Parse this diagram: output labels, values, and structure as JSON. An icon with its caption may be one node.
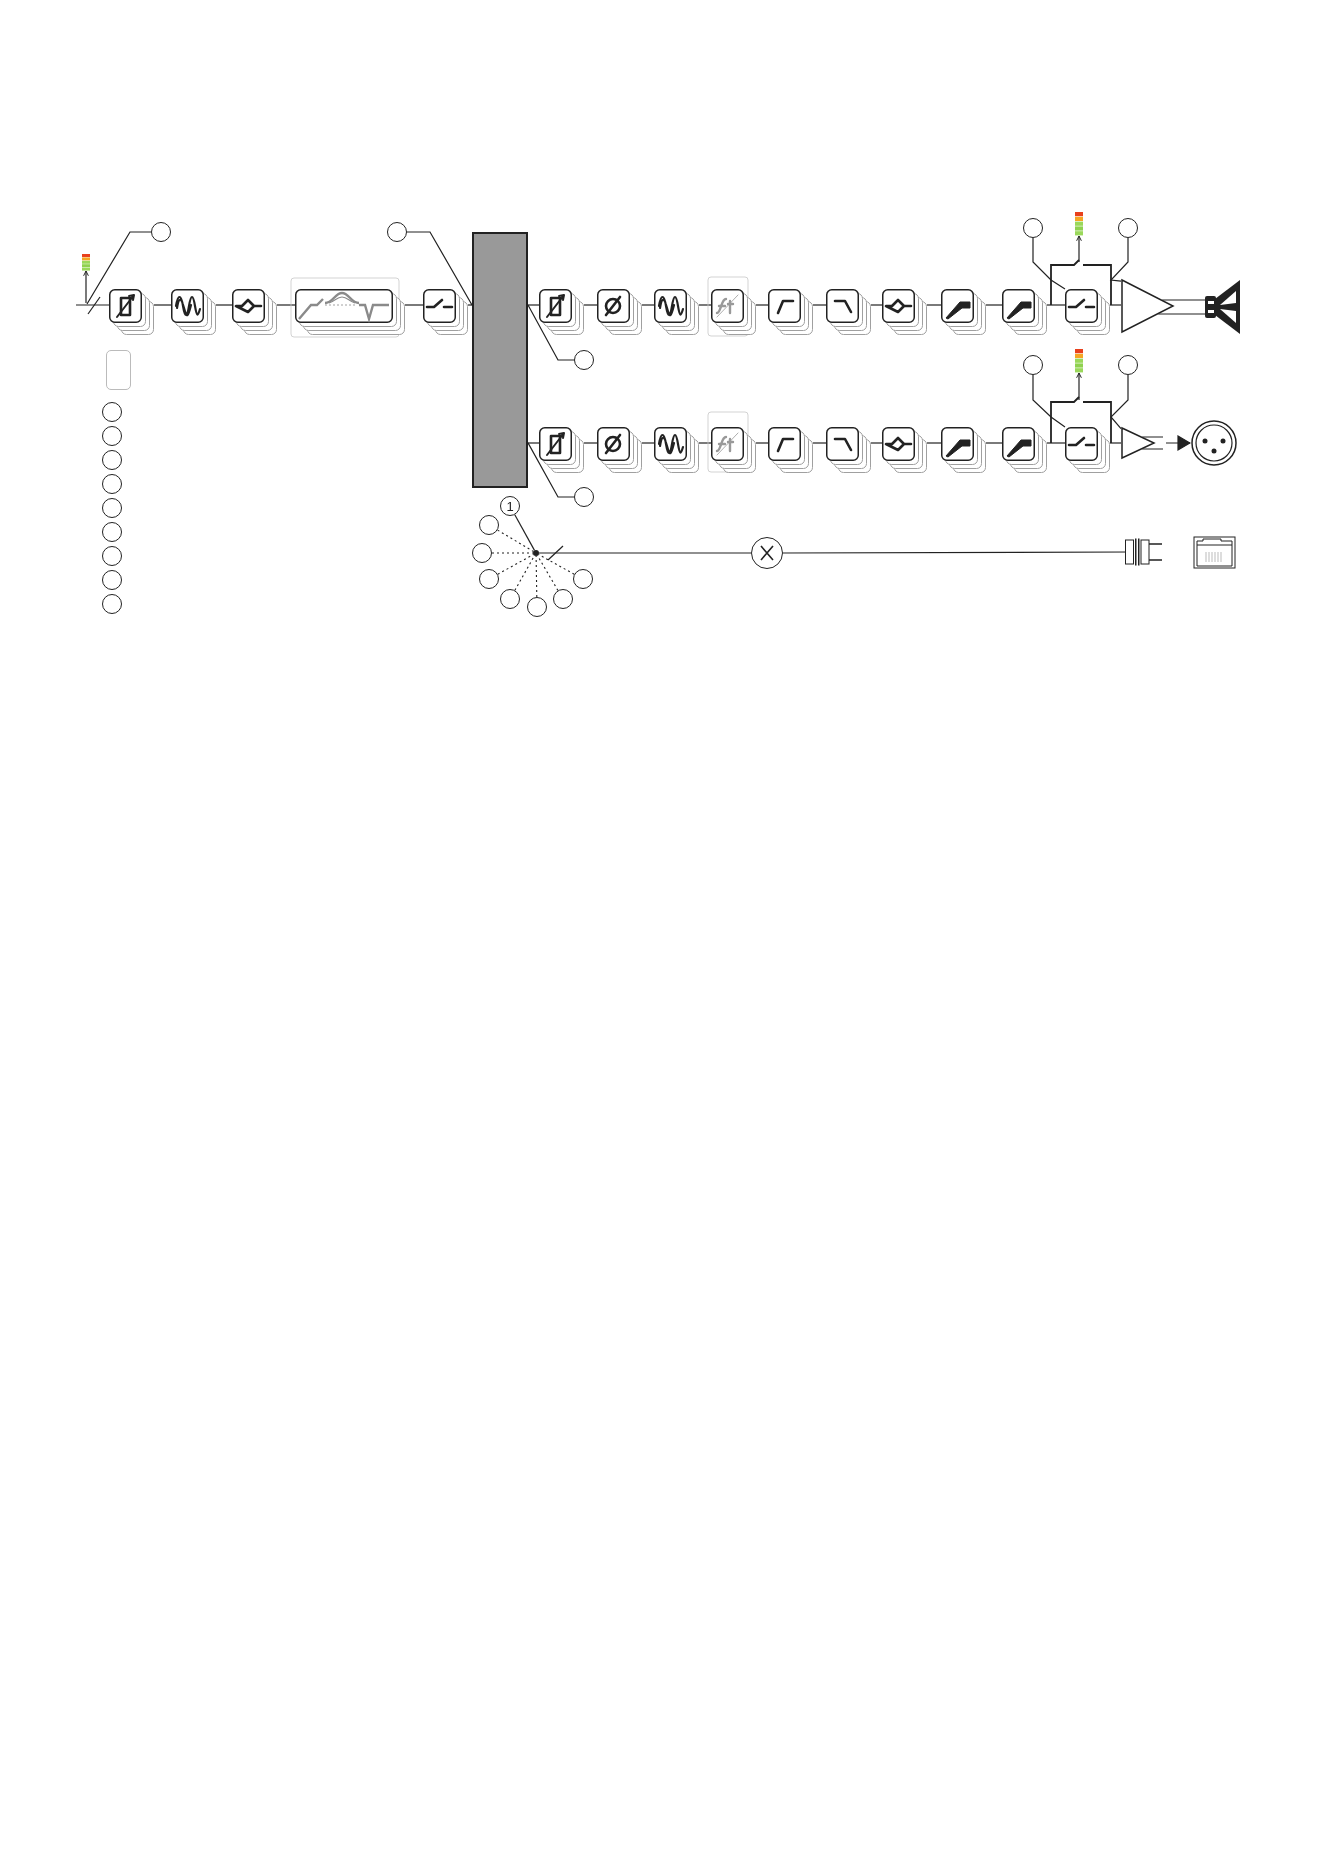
{
  "diagram": {
    "nodes": [
      {
        "text": [],
        "shape": "circle"
      },
      {
        "text": [],
        "shape": "circle"
      },
      {
        "text": [],
        "shape": "circle"
      },
      {
        "text": [],
        "shape": "meter"
      },
      {
        "text": [],
        "shape": "circle"
      },
      {
        "text": [],
        "shape": "meter"
      },
      {
        "text": [],
        "shape": "box"
      },
      {
        "text": [],
        "shape": "box"
      },
      {
        "text": [],
        "shape": "box"
      },
      {
        "text": [],
        "shape": "box"
      },
      {
        "text": [],
        "shape": "box"
      },
      {
        "text": [],
        "shape": "bar"
      },
      {
        "text": [],
        "shape": "box"
      },
      {
        "text": [],
        "shape": "box"
      },
      {
        "text": [],
        "shape": "box"
      },
      {
        "text": [],
        "shape": "box"
      },
      {
        "text": [],
        "shape": "box"
      },
      {
        "text": [],
        "shape": "box"
      },
      {
        "text": [],
        "shape": "box"
      },
      {
        "text": [],
        "shape": "box"
      },
      {
        "text": [],
        "shape": "box"
      },
      {
        "text": [],
        "shape": "box"
      },
      {
        "text": [],
        "shape": "triangle"
      },
      {
        "text": [],
        "shape": "speaker"
      },
      {
        "text": [],
        "shape": "circle"
      },
      {
        "text": [],
        "shape": "box"
      },
      {
        "text": [],
        "shape": "circle"
      },
      {
        "text": [],
        "shape": "meter"
      },
      {
        "text": [],
        "shape": "circle"
      },
      {
        "text": [],
        "shape": "box"
      },
      {
        "text": [],
        "shape": "box"
      },
      {
        "text": [],
        "shape": "box"
      },
      {
        "text": [],
        "shape": "box"
      },
      {
        "text": [],
        "shape": "box"
      },
      {
        "text": [],
        "shape": "box"
      },
      {
        "text": [],
        "shape": "box"
      },
      {
        "text": [],
        "shape": "box"
      },
      {
        "text": [],
        "shape": "box"
      },
      {
        "text": [],
        "shape": "box"
      },
      {
        "text": [],
        "shape": "triangle"
      },
      {
        "text": [],
        "shape": "connector"
      },
      {
        "text": [],
        "shape": "circle"
      },
      {
        "text": [],
        "shape": "circle"
      },
      {
        "text": [],
        "shape": "circle"
      },
      {
        "text": [],
        "shape": "circle"
      },
      {
        "text": [],
        "shape": "circle"
      },
      {
        "text": [],
        "shape": "circle"
      },
      {
        "text": [],
        "shape": "circle"
      },
      {
        "text": [],
        "shape": "circle"
      },
      {
        "text": [],
        "shape": "circle"
      },
      {
        "text": [],
        "shape": "circle"
      },
      {
        "text": [
          "1"
        ]
      },
      {
        "text": [],
        "shape": "circle"
      },
      {
        "text": [],
        "shape": "circle"
      },
      {
        "text": [],
        "shape": "circle"
      },
      {
        "text": [],
        "shape": "circle"
      },
      {
        "text": [],
        "shape": "circle"
      },
      {
        "text": [],
        "shape": "circle"
      },
      {
        "text": [],
        "shape": "circle"
      },
      {
        "text": [],
        "shape": "circle"
      },
      {
        "text": [],
        "shape": "circle"
      },
      {
        "text": [],
        "shape": "plug"
      }
    ],
    "edges": [
      {
        "from": null,
        "to": 6,
        "arrow": "none"
      },
      {
        "from": 6,
        "to": 7,
        "arrow": "none"
      },
      {
        "from": 7,
        "to": 8,
        "arrow": "none"
      },
      {
        "from": 8,
        "to": 9,
        "arrow": "none"
      },
      {
        "from": 9,
        "to": 10,
        "arrow": "none"
      },
      {
        "from": 10,
        "to": 11,
        "arrow": "none"
      },
      {
        "from": 0,
        "to": null,
        "arrow": "none"
      },
      {
        "from": null,
        "to": 5,
        "arrow": "to"
      },
      {
        "from": 1,
        "to": 11,
        "arrow": "none"
      },
      {
        "from": 11,
        "to": 12,
        "arrow": "none"
      },
      {
        "from": 12,
        "to": 13,
        "arrow": "none"
      },
      {
        "from": 13,
        "to": 14,
        "arrow": "none"
      },
      {
        "from": 14,
        "to": 15,
        "arrow": "none"
      },
      {
        "from": 15,
        "to": 16,
        "arrow": "none"
      },
      {
        "from": 16,
        "to": 17,
        "arrow": "none"
      },
      {
        "from": 17,
        "to": 18,
        "arrow": "none"
      },
      {
        "from": 18,
        "to": 19,
        "arrow": "none"
      },
      {
        "from": 19,
        "to": 20,
        "arrow": "none"
      },
      {
        "from": 20,
        "to": 21,
        "arrow": "none"
      },
      {
        "from": 21,
        "to": 22,
        "arrow": "none"
      },
      {
        "from": 22,
        "to": 23,
        "arrow": "none"
      },
      {
        "from": 24,
        "to": 11,
        "arrow": "none"
      },
      {
        "from": 2,
        "to": 21,
        "arrow": "none"
      },
      {
        "from": 4,
        "to": 22,
        "arrow": "none"
      },
      {
        "from": null,
        "to": 3,
        "arrow": "to"
      },
      {
        "from": 11,
        "to": 29,
        "arrow": "none"
      },
      {
        "from": 29,
        "to": 30,
        "arrow": "none"
      },
      {
        "from": 30,
        "to": 31,
        "arrow": "none"
      },
      {
        "from": 31,
        "to": 32,
        "arrow": "none"
      },
      {
        "from": 32,
        "to": 33,
        "arrow": "none"
      },
      {
        "from": 33,
        "to": 34,
        "arrow": "none"
      },
      {
        "from": 34,
        "to": 35,
        "arrow": "none"
      },
      {
        "from": 35,
        "to": 36,
        "arrow": "none"
      },
      {
        "from": 36,
        "to": 37,
        "arrow": "none"
      },
      {
        "from": 37,
        "to": 38,
        "arrow": "none"
      },
      {
        "from": 38,
        "to": 39,
        "arrow": "none"
      },
      {
        "from": 39,
        "to": 40,
        "arrow": "to"
      },
      {
        "from": 41,
        "to": 11,
        "arrow": "none"
      },
      {
        "from": 26,
        "to": 38,
        "arrow": "none"
      },
      {
        "from": 28,
        "to": 39,
        "arrow": "none"
      },
      {
        "from": null,
        "to": 27,
        "arrow": "to"
      },
      {
        "from": 51,
        "to": 54,
        "arrow": "none"
      },
      {
        "from": 52,
        "to": 54,
        "arrow": "none",
        "style": "dashed"
      },
      {
        "from": 53,
        "to": 54,
        "arrow": "none",
        "style": "dashed"
      },
      {
        "from": 55,
        "to": 54,
        "arrow": "none",
        "style": "dashed"
      },
      {
        "from": 56,
        "to": 54,
        "arrow": "none",
        "style": "dashed"
      },
      {
        "from": 57,
        "to": 54,
        "arrow": "none",
        "style": "dashed"
      },
      {
        "from": 58,
        "to": 54,
        "arrow": "none",
        "style": "dashed"
      },
      {
        "from": 59,
        "to": 54,
        "arrow": "none",
        "style": "dashed"
      },
      {
        "from": 54,
        "to": 60,
        "arrow": "none"
      },
      {
        "from": 60,
        "to": 61,
        "arrow": "none"
      }
    ]
  }
}
